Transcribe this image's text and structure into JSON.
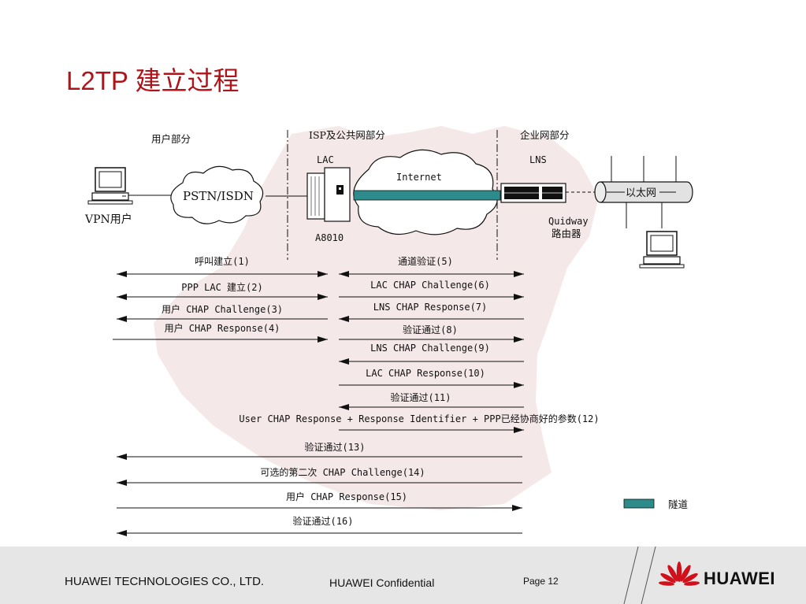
{
  "title": "L2TP 建立过程",
  "sections": {
    "user": "用户部分",
    "isp": "ISP及公共网部分",
    "enterprise": "企业网部分"
  },
  "nodes": {
    "vpn_user": "VPN用户",
    "pstn": "PSTN/ISDN",
    "lac": "LAC",
    "a8010": "A8010",
    "internet": "Internet",
    "lns": "LNS",
    "quidway": "Quidway",
    "router": "路由器",
    "ethernet": "以太网"
  },
  "messages": [
    {
      "label": "呼叫建立(1)",
      "dir": "both"
    },
    {
      "label": "PPP LAC 建立(2)",
      "dir": "both"
    },
    {
      "label": "用户 CHAP Challenge(3)",
      "dir": "left"
    },
    {
      "label": "用户 CHAP Response(4)",
      "dir": "right"
    },
    {
      "label": "通道验证(5)",
      "dir": "both"
    },
    {
      "label": "LAC CHAP Challenge(6)",
      "dir": "right"
    },
    {
      "label": "LNS CHAP Response(7)",
      "dir": "left"
    },
    {
      "label": "验证通过(8)",
      "dir": "right"
    },
    {
      "label": "LNS CHAP Challenge(9)",
      "dir": "left"
    },
    {
      "label": "LAC CHAP Response(10)",
      "dir": "right"
    },
    {
      "label": "验证通过(11)",
      "dir": "left"
    },
    {
      "label": "User CHAP Response + Response Identifier + PPP已经协商好的参数(12)",
      "dir": "right"
    },
    {
      "label": "验证通过(13)",
      "dir": "left"
    },
    {
      "label": "可选的第二次 CHAP Challenge(14)",
      "dir": "left"
    },
    {
      "label": "用户 CHAP Response(15)",
      "dir": "right"
    },
    {
      "label": "验证通过(16)",
      "dir": "left"
    }
  ],
  "legend": {
    "tunnel": "隧道",
    "tunnel_color": "#2e8b8b"
  },
  "colors": {
    "title": "#b0141a",
    "brand": "#d0101b"
  },
  "footer": {
    "company": "HUAWEI TECHNOLOGIES CO., LTD.",
    "confidential": "HUAWEI Confidential",
    "page": "Page 12",
    "logo_text": "HUAWEI"
  }
}
